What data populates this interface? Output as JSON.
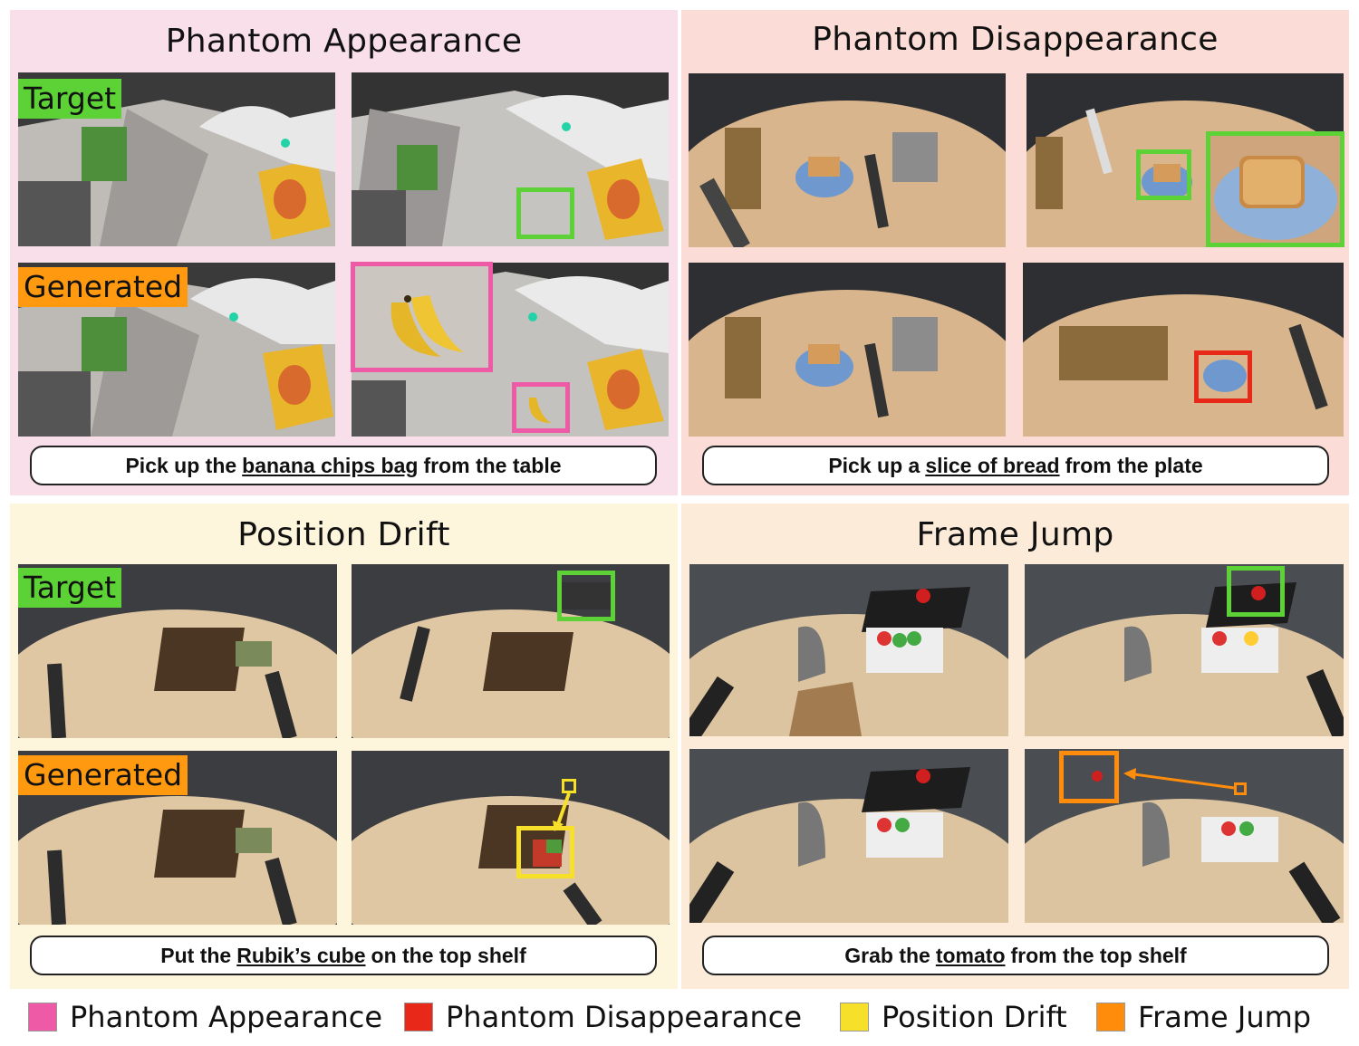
{
  "labels": {
    "target": "Target",
    "generated": "Generated"
  },
  "panels": [
    {
      "title": "Phantom Appearance",
      "caption": {
        "pre": "Pick up the",
        "obj": "banana chips bag",
        "post": "from the table"
      }
    },
    {
      "title": "Phantom Disappearance",
      "caption": {
        "pre": "Pick up a",
        "obj": "slice of bread",
        "post": "from the plate"
      }
    },
    {
      "title": "Position Drift",
      "caption": {
        "pre": "Put the",
        "obj": "Rubik’s cube",
        "post": "on the top shelf"
      }
    },
    {
      "title": "Frame Jump",
      "caption": {
        "pre": "Grab the",
        "obj": "tomato",
        "post": "from the top shelf"
      }
    }
  ],
  "legend": [
    {
      "label": "Phantom Appearance",
      "color": "#ee5aa6"
    },
    {
      "label": "Phantom Disappearance",
      "color": "#e8291a"
    },
    {
      "label": "Position Drift",
      "color": "#f6e02a"
    },
    {
      "label": "Frame Jump",
      "color": "#ff8c0a"
    }
  ],
  "colors": {
    "panel_pink": "#f8dfea",
    "panel_salmon": "#fbdcd6",
    "panel_cream": "#fdf5dc",
    "panel_peach": "#fcebd9",
    "target_box": "#5dd236"
  }
}
